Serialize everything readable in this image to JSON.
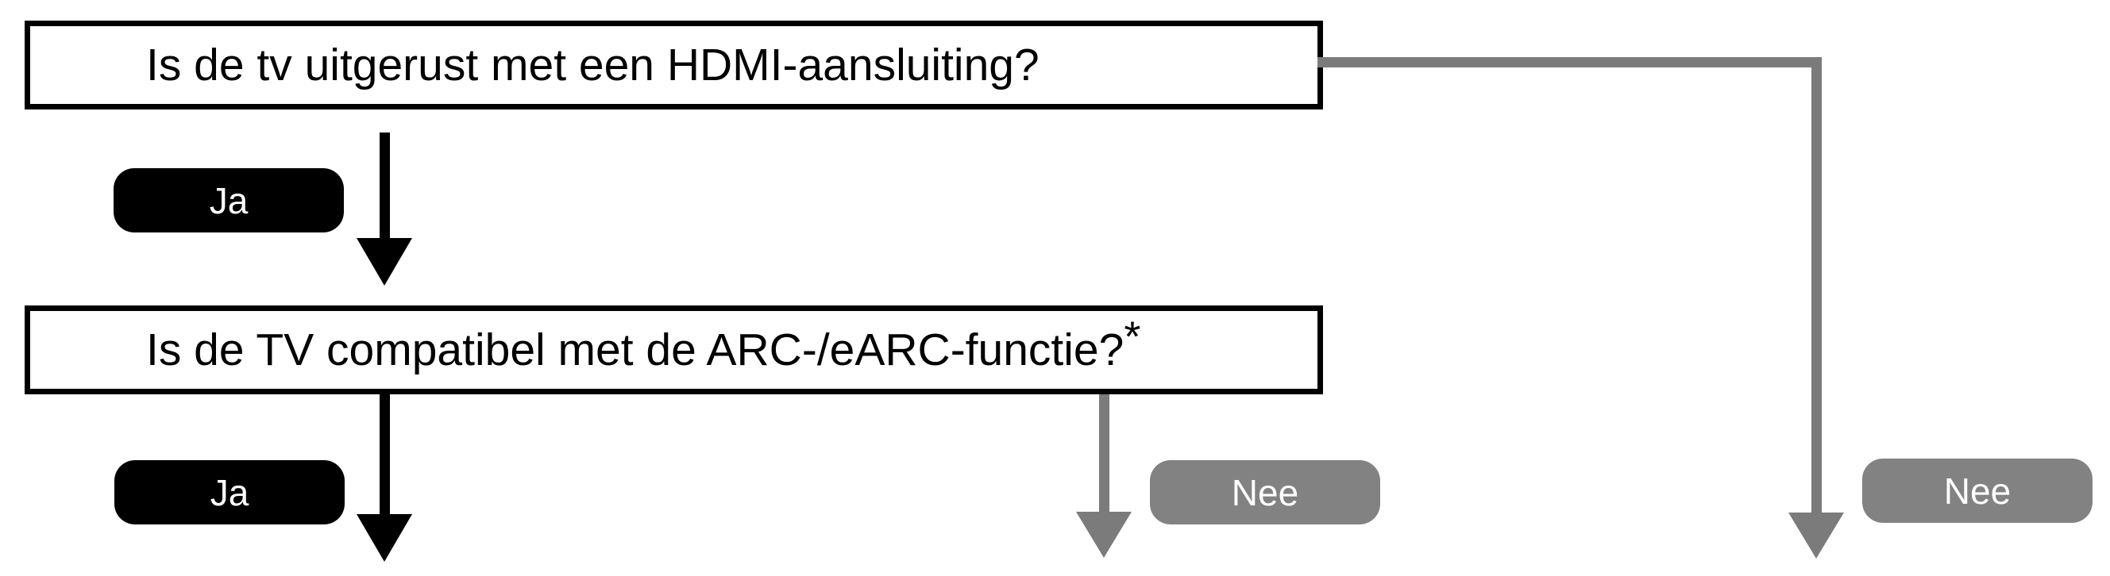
{
  "flowchart": {
    "questions": [
      {
        "id": "hdmi",
        "label": "Is de tv uitgerust met een HDMI-aansluiting?"
      },
      {
        "id": "arc-earc",
        "label": "Is de TV compatibel met de ARC-/eARC-functie?",
        "note_marker": "*"
      }
    ],
    "answers": {
      "yes": "Ja",
      "no": "Nee"
    },
    "colors": {
      "black": "#000000",
      "white": "#ffffff",
      "line_gray": "#7b7b7b",
      "no_pill_gray": "#828282"
    }
  }
}
